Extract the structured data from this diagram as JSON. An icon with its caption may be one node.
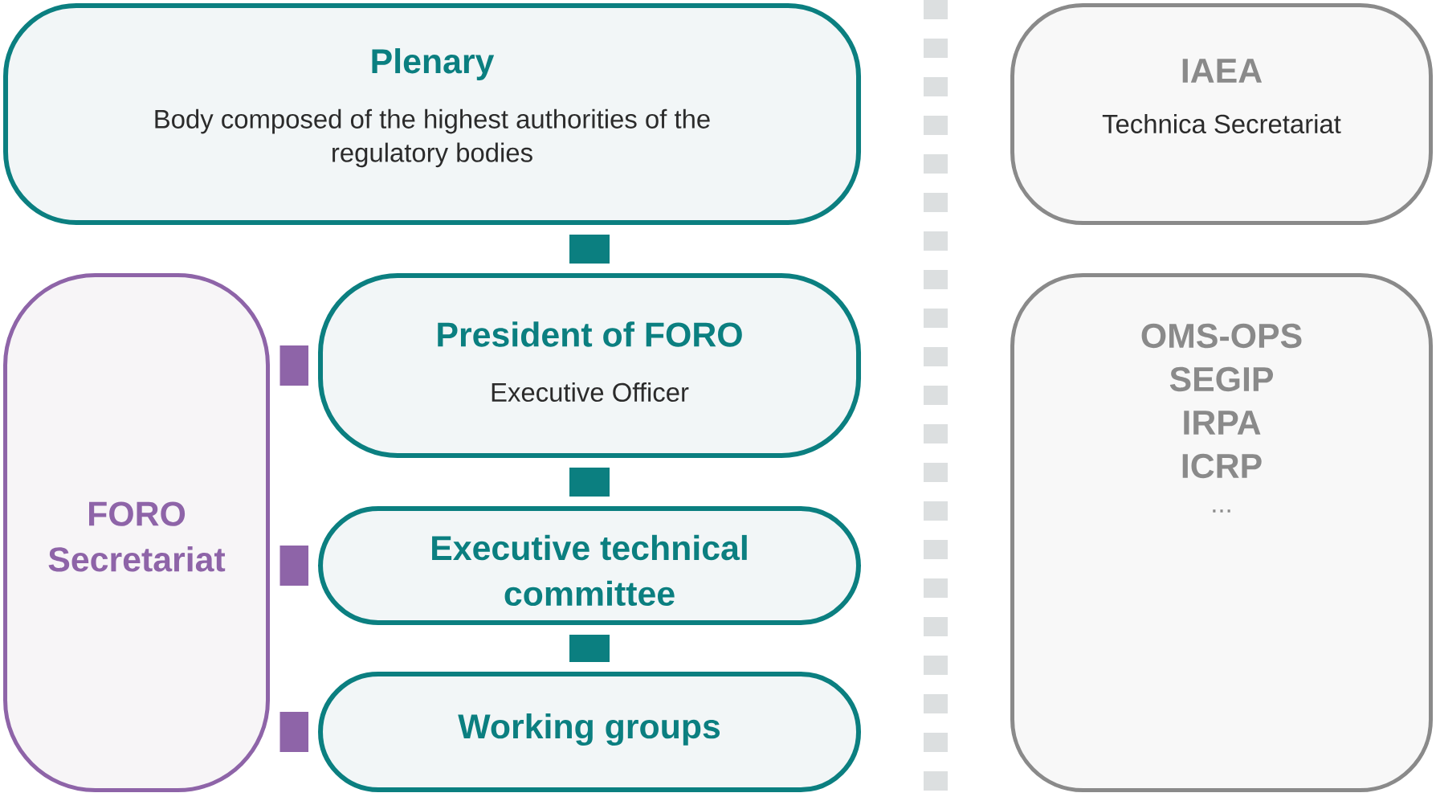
{
  "diagram": {
    "nodes": [
      {
        "text": [
          "Plenary",
          "Body composed of the highest authorities of the regulatory bodies"
        ]
      },
      {
        "text": [
          "FORO Secretariat"
        ]
      },
      {
        "text": [
          "President of FORO",
          "Executive Officer"
        ]
      },
      {
        "text": [
          "Executive technical committee"
        ]
      },
      {
        "text": [
          "Working groups"
        ]
      },
      {
        "text": [
          "IAEA",
          "Technica Secretariat"
        ]
      },
      {
        "text": [
          "OMS-OPS",
          "SEGIP",
          "IRPA",
          "ICRP",
          "..."
        ]
      }
    ],
    "edges": [
      {
        "from": 0,
        "to": 2,
        "arrow": "none"
      },
      {
        "from": 2,
        "to": 3,
        "arrow": "none"
      },
      {
        "from": 3,
        "to": 4,
        "arrow": "none"
      },
      {
        "from": 1,
        "to": 2,
        "arrow": "none",
        "color": "#8e64a8"
      },
      {
        "from": 1,
        "to": 3,
        "arrow": "none",
        "color": "#8e64a8"
      },
      {
        "from": 1,
        "to": 4,
        "arrow": "none",
        "color": "#8e64a8"
      }
    ]
  }
}
